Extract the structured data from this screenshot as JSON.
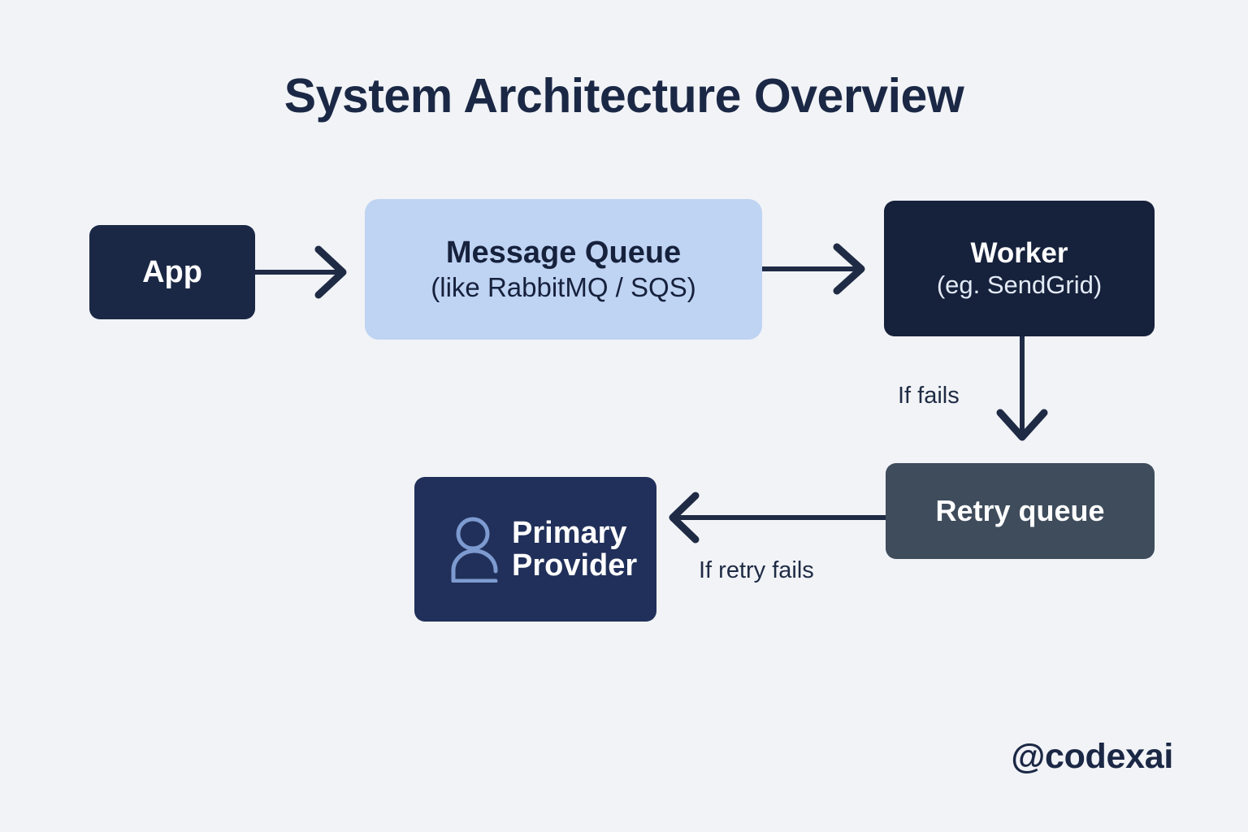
{
  "page": {
    "title": "System Architecture Overview",
    "background_color": "#f1f3f6",
    "watermark": "@codexai"
  },
  "colors": {
    "dark_navy": "#1b2845",
    "deep_navy": "#16213c",
    "provider_navy": "#21305a",
    "light_blue": "#bfd3f3",
    "slate": "#3e4c5c",
    "icon_blue": "#7d9bd0",
    "text_white": "#ffffff",
    "arrow": "#1f2b45"
  },
  "nodes": [
    {
      "id": "app",
      "line1": "App",
      "line2": "",
      "fill": "#1b2845",
      "text_color": "#ffffff"
    },
    {
      "id": "message-queue",
      "line1": "Message Queue",
      "line2": "(like RabbitMQ / SQS)",
      "fill": "#bfd3f3",
      "text_color": "#16213c"
    },
    {
      "id": "worker",
      "line1": "Worker",
      "line2": "(eg. SendGrid)",
      "fill": "#16213c",
      "text_color": "#ffffff"
    },
    {
      "id": "retry-queue",
      "line1": "Retry queue",
      "line2": "",
      "fill": "#3e4c5c",
      "text_color": "#ffffff"
    },
    {
      "id": "primary-provider",
      "line1": "Primary",
      "line2": "Provider",
      "fill": "#21305a",
      "text_color": "#ffffff",
      "icon": "user-icon"
    }
  ],
  "edges": [
    {
      "id": "app-to-queue",
      "from": "app",
      "to": "message-queue",
      "label": "",
      "direction": "right"
    },
    {
      "id": "queue-to-worker",
      "from": "message-queue",
      "to": "worker",
      "label": "",
      "direction": "right"
    },
    {
      "id": "worker-to-retry",
      "from": "worker",
      "to": "retry-queue",
      "label": "If fails",
      "direction": "down"
    },
    {
      "id": "retry-to-provider",
      "from": "retry-queue",
      "to": "primary-provider",
      "label": "If retry fails",
      "direction": "left"
    }
  ]
}
